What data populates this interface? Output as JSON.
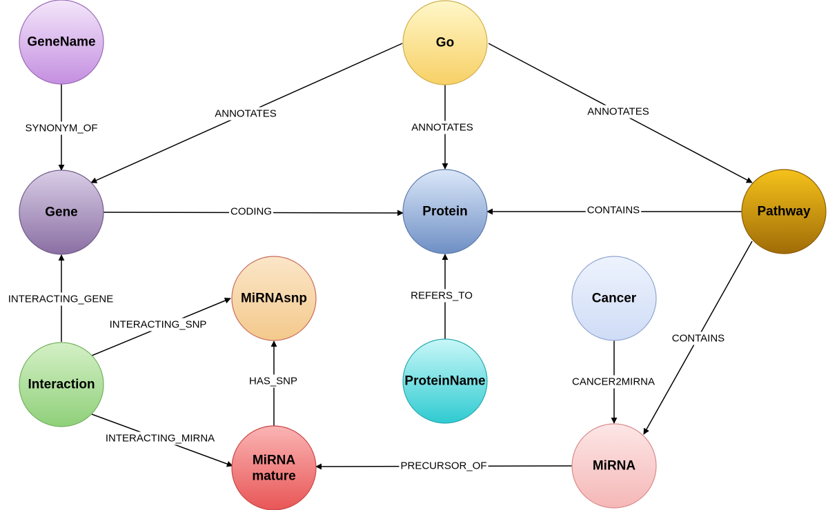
{
  "nodes": [
    {
      "id": "genename",
      "label": "GeneName",
      "fill_top": "#f3e6fa",
      "fill_bottom": "#c48fe0",
      "stroke": "#9a68b5"
    },
    {
      "id": "go",
      "label": "Go",
      "fill_top": "#fff7c8",
      "fill_bottom": "#f7d066",
      "stroke": "#cfae4a"
    },
    {
      "id": "gene",
      "label": "Gene",
      "fill_top": "#d9cde6",
      "fill_bottom": "#8a6fa3",
      "stroke": "#6f5a86"
    },
    {
      "id": "protein",
      "label": "Protein",
      "fill_top": "#dbe7f9",
      "fill_bottom": "#6e8fc4",
      "stroke": "#5a79aa"
    },
    {
      "id": "pathway",
      "label": "Pathway",
      "fill_top": "#f5c21b",
      "fill_bottom": "#a06c07",
      "stroke": "#8a5c06"
    },
    {
      "id": "mirnasnp",
      "label": "MiRNAsnp",
      "fill_top": "#fbe6c8",
      "fill_bottom": "#f3c98c",
      "stroke": "#c96a5a"
    },
    {
      "id": "cancer",
      "label": "Cancer",
      "fill_top": "#eef3fd",
      "fill_bottom": "#cfdcf6",
      "stroke": "#8ea4d0"
    },
    {
      "id": "interaction",
      "label": "Interaction",
      "fill_top": "#d4f0c6",
      "fill_bottom": "#8fd07a",
      "stroke": "#74b05e"
    },
    {
      "id": "proteinname",
      "label": "ProteinName",
      "fill_top": "#c9f7f8",
      "fill_bottom": "#2ecbd1",
      "stroke": "#26a8ad"
    },
    {
      "id": "mirnamature",
      "label_lines": [
        "MiRNA",
        "mature"
      ],
      "fill_top": "#fbb4b4",
      "fill_bottom": "#e85656",
      "stroke": "#c94444"
    },
    {
      "id": "mirna",
      "label": "MiRNA",
      "fill_top": "#fde6e6",
      "fill_bottom": "#f5b7b7",
      "stroke": "#d88a8a"
    }
  ],
  "edges": [
    {
      "from": "genename",
      "to": "gene",
      "label": "SYNONYM_OF"
    },
    {
      "from": "go",
      "to": "gene",
      "label": "ANNOTATES"
    },
    {
      "from": "go",
      "to": "protein",
      "label": "ANNOTATES"
    },
    {
      "from": "go",
      "to": "pathway",
      "label": "ANNOTATES"
    },
    {
      "from": "gene",
      "to": "protein",
      "label": "CODING"
    },
    {
      "from": "pathway",
      "to": "protein",
      "label": "CONTAINS"
    },
    {
      "from": "interaction",
      "to": "gene",
      "label": "INTERACTING_GENE"
    },
    {
      "from": "interaction",
      "to": "mirnasnp",
      "label": "INTERACTING_SNP"
    },
    {
      "from": "interaction",
      "to": "mirnamature",
      "label": "INTERACTING_MIRNA"
    },
    {
      "from": "proteinname",
      "to": "protein",
      "label": "REFERS_TO"
    },
    {
      "from": "mirnamature",
      "to": "mirnasnp",
      "label": "HAS_SNP"
    },
    {
      "from": "cancer",
      "to": "mirna",
      "label": "CANCER2MIRNA"
    },
    {
      "from": "pathway",
      "to": "mirna",
      "label": "CONTAINS"
    },
    {
      "from": "mirna",
      "to": "mirnamature",
      "label": "PRECURSOR_OF"
    }
  ]
}
